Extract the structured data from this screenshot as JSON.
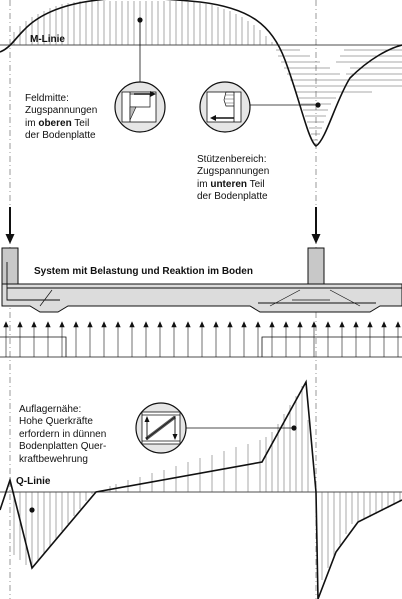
{
  "m_line": {
    "label": "M-Linie"
  },
  "q_line": {
    "label": "Q-Linie"
  },
  "system_title": "System mit Belastung und Reaktion im Boden",
  "feldmitte": {
    "line1": "Feldmitte:",
    "line2": "Zugspannungen",
    "line3_pre": "im ",
    "line3_bold": "oberen",
    "line3_post": " Teil",
    "line4": "der Bodenplatte"
  },
  "stuetzen": {
    "line1": "Stützenbereich:",
    "line2": "Zugspannungen",
    "line3_pre": "im ",
    "line3_bold": "unteren",
    "line3_post": " Teil",
    "line4": "der Bodenplatte"
  },
  "auflager": {
    "line1": "Auflagernähe:",
    "line2": "Hohe Querkräfte",
    "line3": "erfordern in dünnen",
    "line4": "Bodenplatten Quer-",
    "line5": "kraftbewehrung"
  },
  "colors": {
    "line": "#111111",
    "hatch": "#555555",
    "column_fill": "#c8c8c8",
    "callout_fill": "#e6e6e6"
  }
}
